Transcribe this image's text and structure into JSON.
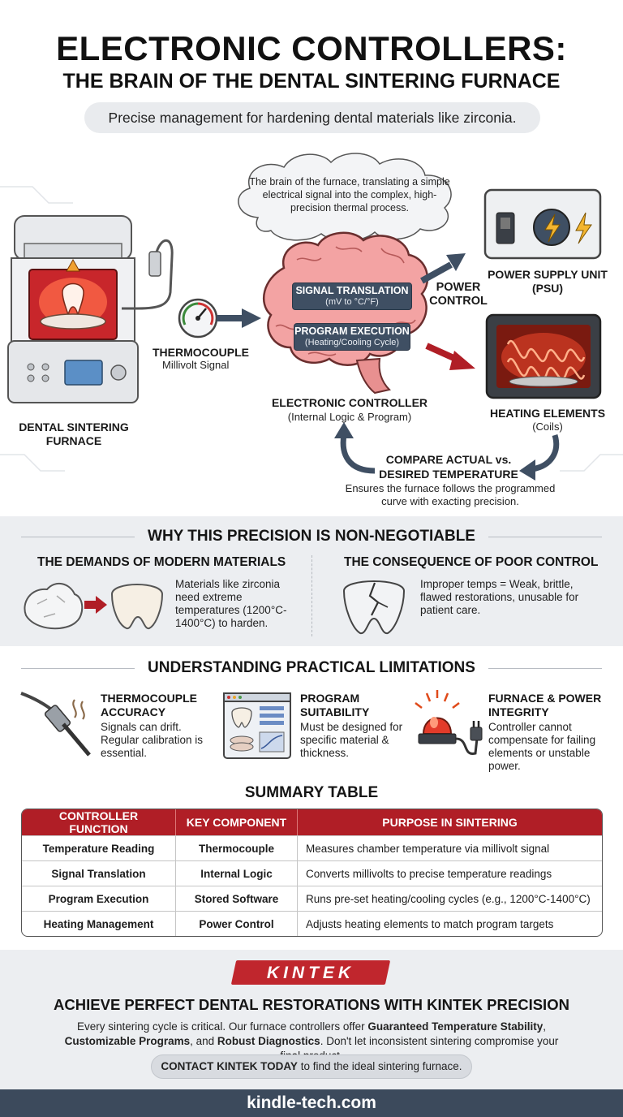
{
  "header": {
    "title_line1": "ELECTRONIC CONTROLLERS:",
    "title_line2": "THE BRAIN OF THE DENTAL SINTERING FURNACE",
    "subtitle": "Precise management for hardening dental materials like zirconia."
  },
  "diagram": {
    "thought_bubble": "The brain of the furnace, translating a simple electrical signal into the complex, high-precision thermal process.",
    "furnace_label": "DENTAL SINTERING FURNACE",
    "thermocouple_label": "THERMOCOUPLE",
    "thermocouple_sub": "Millivolt Signal",
    "tag1_title": "SIGNAL TRANSLATION",
    "tag1_sub": "(mV to °C/°F)",
    "tag2_title": "PROGRAM EXECUTION",
    "tag2_sub": "(Heating/Cooling Cycle)",
    "controller_label": "ELECTRONIC CONTROLLER",
    "controller_sub": "(Internal Logic & Program)",
    "power_control_label": "POWER CONTROL",
    "psu_label": "POWER SUPPLY UNIT",
    "psu_sub": "(PSU)",
    "heating_label": "HEATING ELEMENTS",
    "heating_sub": "(Coils)",
    "compare_label": "COMPARE ACTUAL vs. DESIRED TEMPERATURE",
    "compare_sub": "Ensures the furnace follows the programmed curve with exacting precision."
  },
  "precision": {
    "heading": "WHY THIS PRECISION IS NON-NEGOTIABLE",
    "left_title": "THE DEMANDS OF MODERN MATERIALS",
    "left_text": "Materials like zirconia need extreme temperatures (1200°C-1400°C) to harden.",
    "right_title": "THE CONSEQUENCE OF POOR CONTROL",
    "right_text": "Improper temps = Weak, brittle, flawed restorations, unusable for patient care."
  },
  "limitations": {
    "heading": "UNDERSTANDING PRACTICAL LIMITATIONS",
    "items": [
      {
        "title": "THERMOCOUPLE ACCURACY",
        "text": "Signals can drift. Regular calibration is essential."
      },
      {
        "title": "PROGRAM SUITABILITY",
        "text": "Must be designed for specific material & thickness."
      },
      {
        "title": "FURNACE & POWER INTEGRITY",
        "text": "Controller cannot compensate for failing elements or unstable power."
      }
    ]
  },
  "summary": {
    "heading": "SUMMARY TABLE",
    "columns": [
      "CONTROLLER FUNCTION",
      "KEY COMPONENT",
      "PURPOSE IN SINTERING"
    ],
    "rows": [
      [
        "Temperature Reading",
        "Thermocouple",
        "Measures chamber temperature via millivolt signal"
      ],
      [
        "Signal Translation",
        "Internal Logic",
        "Converts millivolts to precise temperature readings"
      ],
      [
        "Program Execution",
        "Stored Software",
        "Runs pre-set heating/cooling cycles (e.g., 1200°C-1400°C)"
      ],
      [
        "Heating Management",
        "Power Control",
        "Adjusts heating elements to match program targets"
      ]
    ]
  },
  "footer": {
    "brand": "KINTEK",
    "headline": "ACHIEVE PERFECT DENTAL RESTORATIONS WITH KINTEK PRECISION",
    "text_a": "Every sintering cycle is critical. Our furnace controllers offer ",
    "text_b": "Guaranteed Temperature Stability",
    "text_c": ", ",
    "text_d": "Customizable Programs",
    "text_e": ", and ",
    "text_f": "Robust Diagnostics",
    "text_g": ". Don't let inconsistent sintering compromise your final product.",
    "cta_bold": "CONTACT KINTEK TODAY",
    "cta_rest": " to find the ideal sintering furnace.",
    "website": "kindle-tech.com"
  },
  "colors": {
    "accent_red": "#b01e26",
    "slate": "#3f4f63",
    "band_gray": "#eceef1"
  }
}
